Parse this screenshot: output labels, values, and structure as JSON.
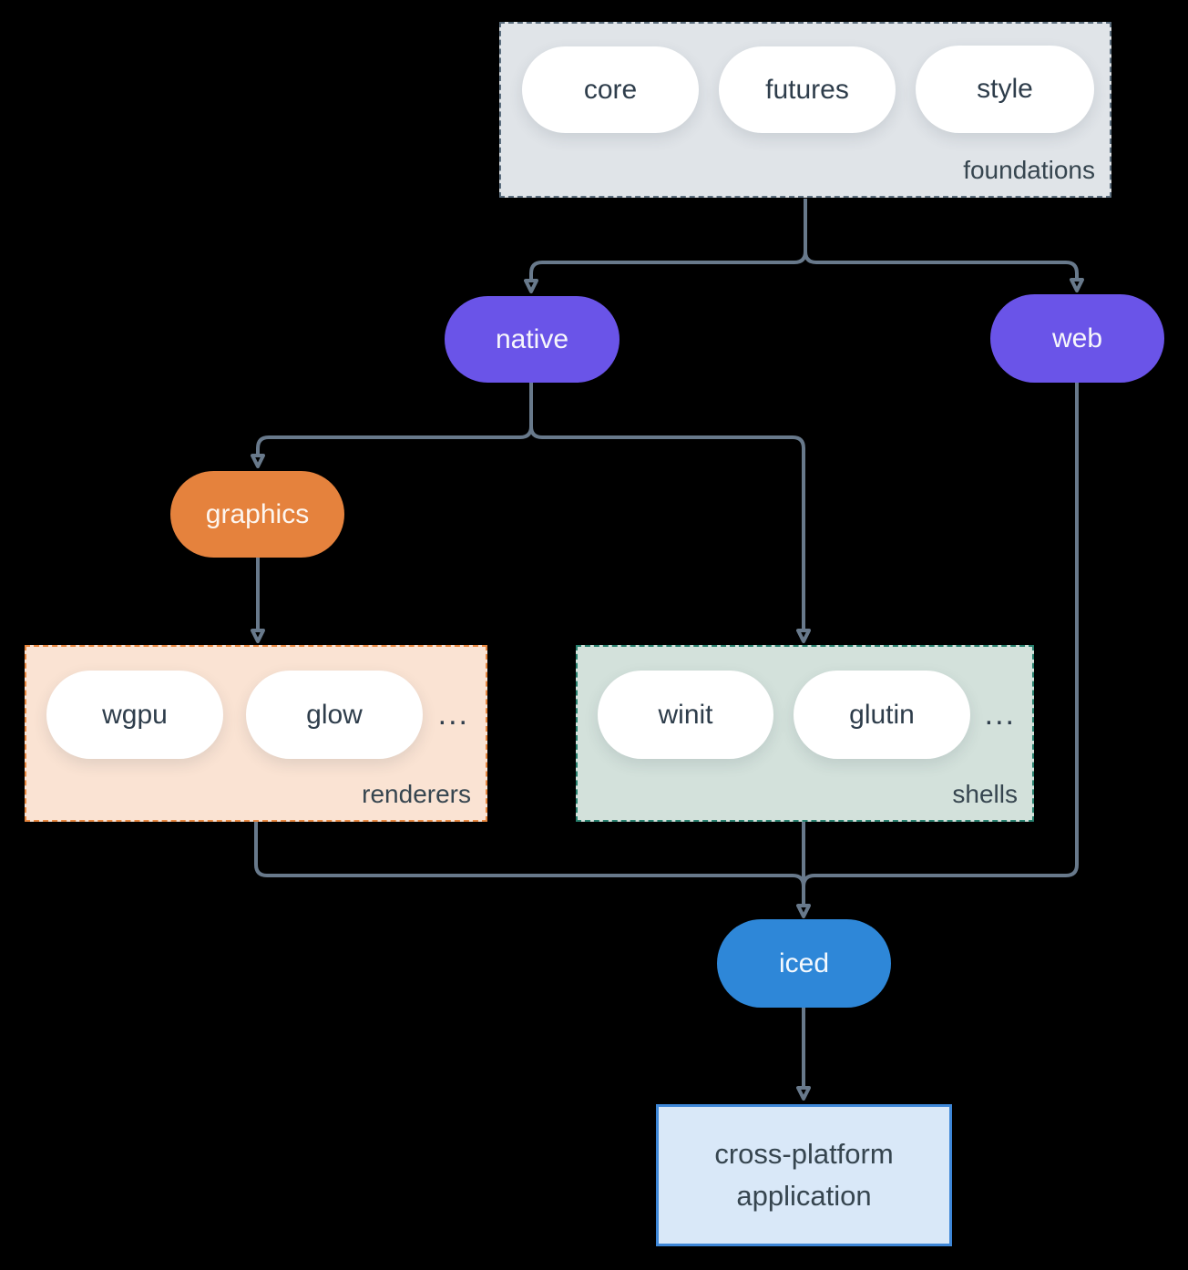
{
  "foundations": {
    "label": "foundations",
    "items": [
      "core",
      "futures",
      "style"
    ]
  },
  "native": {
    "label": "native"
  },
  "web": {
    "label": "web"
  },
  "graphics": {
    "label": "graphics"
  },
  "renderers": {
    "label": "renderers",
    "items": [
      "wgpu",
      "glow"
    ],
    "more": "..."
  },
  "shells": {
    "label": "shells",
    "items": [
      "winit",
      "glutin"
    ],
    "more": "..."
  },
  "iced": {
    "label": "iced"
  },
  "application": {
    "line1": "cross-platform",
    "line2": "application"
  },
  "colors": {
    "background": "#000000",
    "arrow": "#68798b",
    "foundations_fill": "#e0e4e8",
    "foundations_border": "#5c6e7e",
    "purple": "#6a54e8",
    "orange": "#e5823d",
    "renderers_fill": "#fae3d3",
    "renderers_border": "#e8873f",
    "shells_fill": "#d3e1db",
    "shells_border": "#28806e",
    "iced_blue": "#2e87d8",
    "application_fill": "#d9e8f8",
    "application_border": "#3e87d8",
    "dark_text": "#2e3d4b"
  }
}
